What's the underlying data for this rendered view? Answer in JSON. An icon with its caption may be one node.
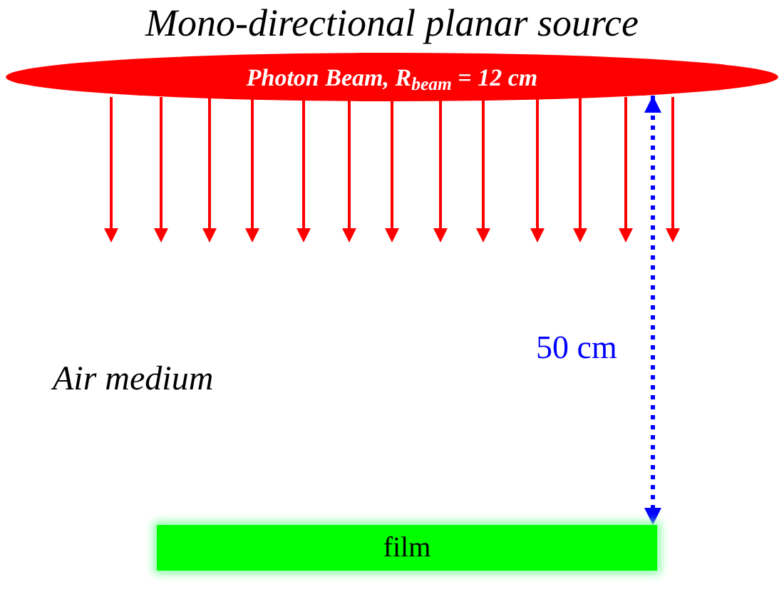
{
  "diagram": {
    "title": "Mono-directional planar source",
    "nodes": [
      {
        "text": [
          "Photon Beam, R$_{beam}$ = 12 cm"
        ]
      },
      {
        "text": [
          "film"
        ]
      }
    ],
    "edges": [
      {
        "from": 0,
        "to": 1,
        "arrow": "both",
        "style": "dashed",
        "color": "#0000ff",
        "label": "50 cm"
      }
    ],
    "labels": [
      "Air medium"
    ]
  }
}
